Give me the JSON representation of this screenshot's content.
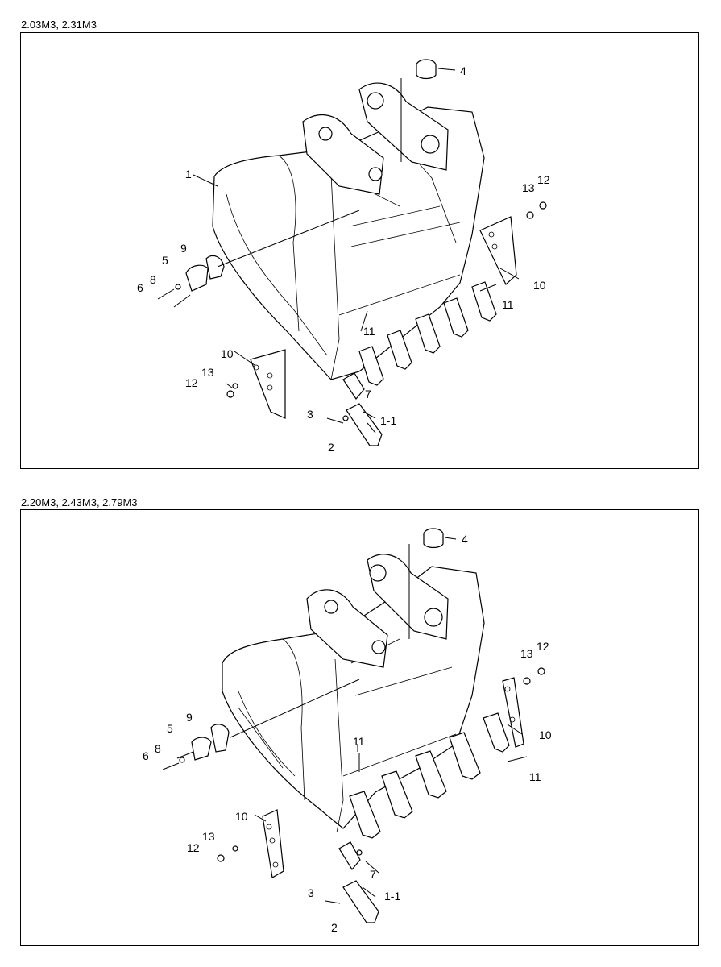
{
  "panels": [
    {
      "caption": "2.03M3, 2.31M3",
      "callouts": {
        "p1": "1",
        "p1_1": "1-1",
        "p2": "2",
        "p3": "3",
        "p4": "4",
        "p5": "5",
        "p6": "6",
        "p7": "7",
        "p8": "8",
        "p9": "9",
        "p10a": "10",
        "p10b": "10",
        "p11a": "11",
        "p11b": "11",
        "p12a": "12",
        "p12b": "12",
        "p13a": "13",
        "p13b": "13"
      }
    },
    {
      "caption": "2.20M3, 2.43M3, 2.79M3",
      "callouts": {
        "p1_1": "1-1",
        "p2": "2",
        "p3": "3",
        "p4": "4",
        "p5": "5",
        "p6": "6",
        "p7": "7",
        "p8": "8",
        "p9": "9",
        "p10a": "10",
        "p10b": "10",
        "p11a": "11",
        "p11b": "11",
        "p12a": "12",
        "p12b": "12",
        "p13a": "13",
        "p13b": "13"
      }
    }
  ]
}
